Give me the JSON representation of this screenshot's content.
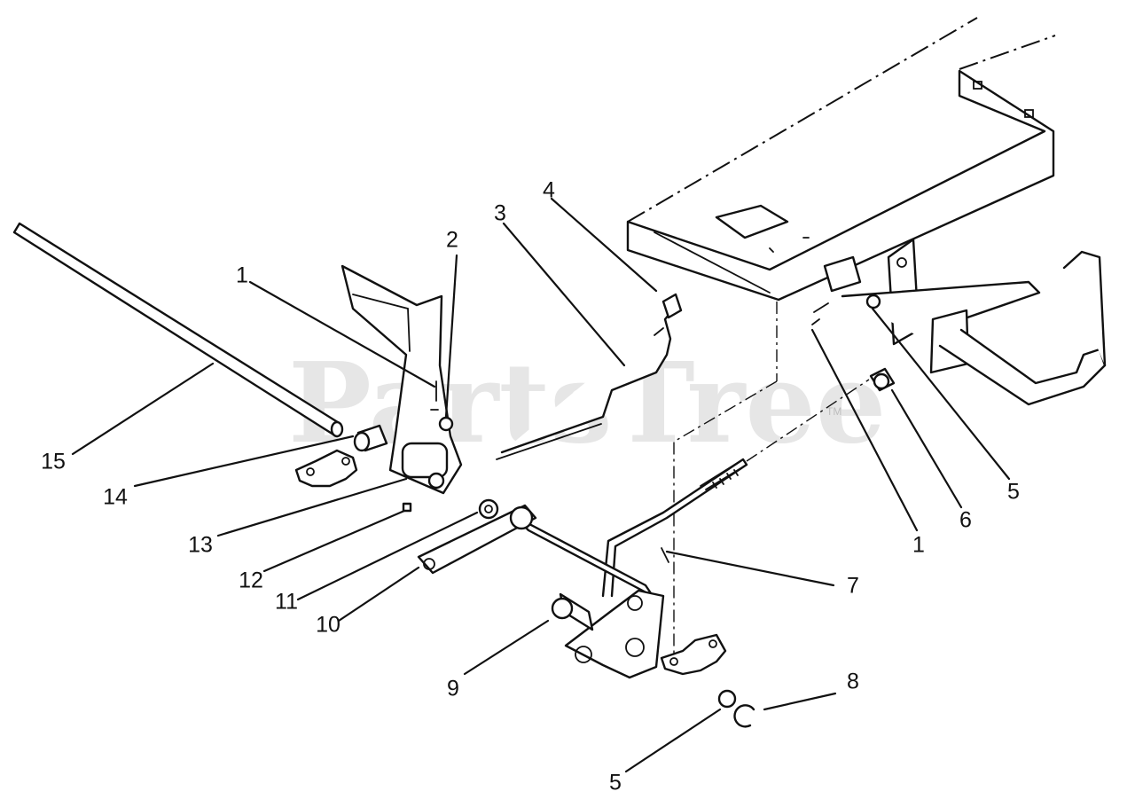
{
  "watermark": {
    "text": "PartsTree",
    "mark": "TM"
  },
  "callouts": [
    {
      "id": "c15",
      "label": "15"
    },
    {
      "id": "c14",
      "label": "14"
    },
    {
      "id": "c13",
      "label": "13"
    },
    {
      "id": "c12",
      "label": "12"
    },
    {
      "id": "c11",
      "label": "11"
    },
    {
      "id": "c10",
      "label": "10"
    },
    {
      "id": "c1a",
      "label": "1"
    },
    {
      "id": "c2",
      "label": "2"
    },
    {
      "id": "c3",
      "label": "3"
    },
    {
      "id": "c4",
      "label": "4"
    },
    {
      "id": "c9",
      "label": "9"
    },
    {
      "id": "c7",
      "label": "7"
    },
    {
      "id": "c8",
      "label": "8"
    },
    {
      "id": "c5a",
      "label": "5"
    },
    {
      "id": "c1b",
      "label": "1"
    },
    {
      "id": "c6",
      "label": "6"
    },
    {
      "id": "c5b",
      "label": "5"
    }
  ]
}
